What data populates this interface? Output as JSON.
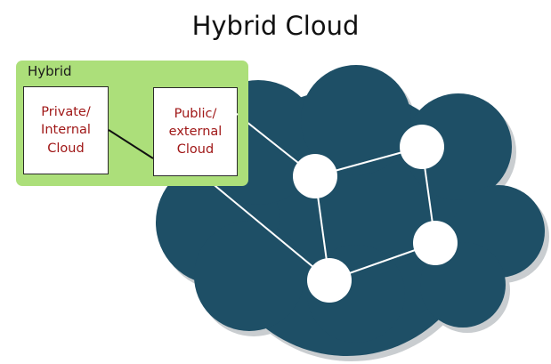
{
  "title": "Hybrid Cloud",
  "hybrid": {
    "label": "Hybrid",
    "private_cloud": "Private/\nInternal\nCloud",
    "public_cloud": "Public/\nexternal\nCloud"
  },
  "colors": {
    "cloud": "#1e4f66",
    "cloud_shadow": "#c9cdd0",
    "hybrid_panel": "#acdf7a",
    "box_text": "#a01818",
    "node": "#ffffff"
  },
  "network": {
    "nodes": [
      "node-1",
      "node-2",
      "node-3",
      "node-4"
    ],
    "links": [
      [
        "node-1",
        "node-2"
      ],
      [
        "node-1",
        "node-4"
      ],
      [
        "node-2",
        "node-3"
      ],
      [
        "node-3",
        "node-4"
      ]
    ]
  }
}
